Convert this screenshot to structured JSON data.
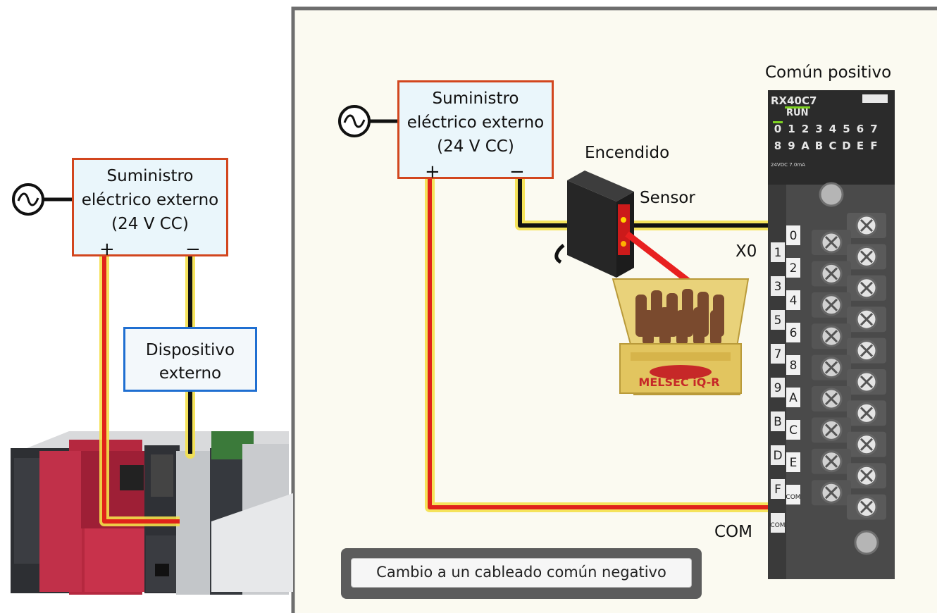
{
  "left_panel": {
    "power_supply": {
      "line1": "Suministro",
      "line2": "eléctrico externo",
      "line3": "(24 V CC)",
      "plus": "+",
      "minus": "−"
    },
    "external_device": {
      "line1": "Dispositivo",
      "line2": "externo"
    }
  },
  "right_panel": {
    "power_supply": {
      "line1": "Suministro",
      "line2": "eléctrico externo",
      "line3": "(24 V CC)",
      "plus": "+",
      "minus": "−"
    },
    "sensor_on_label": "Encendido",
    "sensor_label": "Sensor",
    "x0_label": "X0",
    "com_label": "COM",
    "module_title": "Común positivo",
    "module": {
      "model": "RX40C7",
      "run": "RUN",
      "leds_row1": [
        "0",
        "1",
        "2",
        "3",
        "4",
        "5",
        "6",
        "7"
      ],
      "leds_row2": [
        "8",
        "9",
        "A",
        "B",
        "C",
        "D",
        "E",
        "F"
      ],
      "spec": "24VDC 7.0mA",
      "terminals_left": [
        "1",
        "3",
        "5",
        "7",
        "9",
        "B",
        "D",
        "F",
        "COM"
      ],
      "terminals_right": [
        "0",
        "2",
        "4",
        "6",
        "8",
        "A",
        "C",
        "E",
        "COM"
      ]
    },
    "crate_label": "MELSEC iQ-R"
  },
  "button": {
    "label": "Cambio a un cableado común negativo"
  },
  "colors": {
    "wire_positive": "#e0231a",
    "wire_negative": "#111111",
    "wire_glow": "#f4e04a",
    "psu_border": "#d2461e",
    "device_border": "#1f6fd1",
    "panel_bg": "#fbfaf1"
  }
}
